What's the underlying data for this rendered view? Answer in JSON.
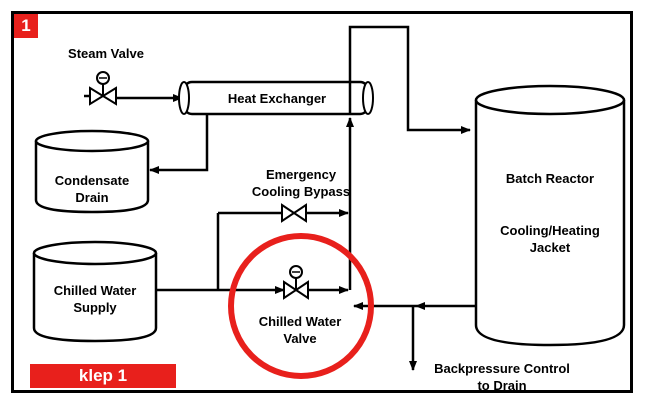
{
  "step_number": "1",
  "step_label": "klep 1",
  "labels": {
    "steam_valve": "Steam Valve",
    "heat_exchanger": "Heat Exchanger",
    "condensate_drain_1": "Condensate",
    "condensate_drain_2": "Drain",
    "emergency_bypass_1": "Emergency",
    "emergency_bypass_2": "Cooling Bypass",
    "batch_reactor": "Batch Reactor",
    "jacket_1": "Cooling/Heating",
    "jacket_2": "Jacket",
    "chilled_supply_1": "Chilled Water",
    "chilled_supply_2": "Supply",
    "chilled_valve_1": "Chilled Water",
    "chilled_valve_2": "Valve",
    "backpressure_1": "Backpressure Control",
    "backpressure_2": "to Drain"
  },
  "colors": {
    "highlight": "#e8201c",
    "line": "#000000"
  }
}
